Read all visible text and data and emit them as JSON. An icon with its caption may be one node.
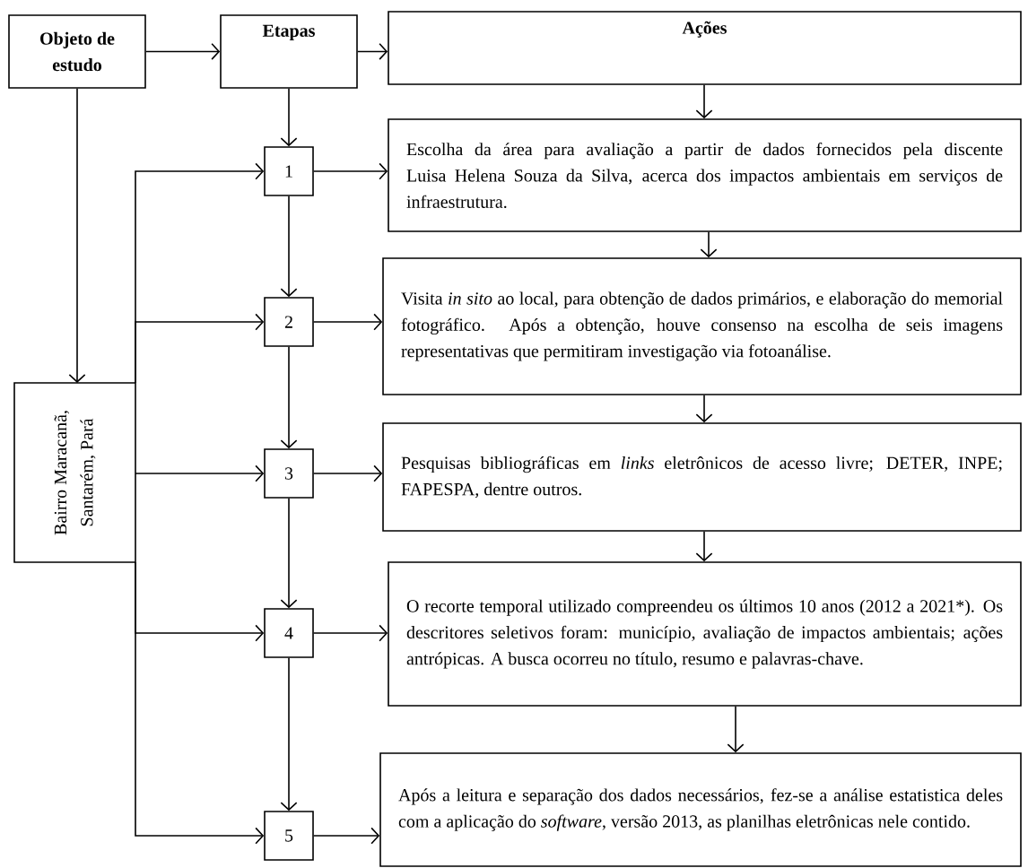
{
  "diagram": {
    "nodes": [
      {
        "text": [
          "Objeto de estudo"
        ]
      },
      {
        "text": [
          "Etapas"
        ]
      },
      {
        "text": [
          "Ações"
        ]
      },
      {
        "text": [
          "Bairro Maracanã, Santarém, Pará"
        ]
      },
      {
        "text": [
          "1"
        ]
      },
      {
        "text": [
          "2"
        ]
      },
      {
        "text": [
          "3"
        ]
      },
      {
        "text": [
          "4"
        ]
      },
      {
        "text": [
          "5"
        ]
      },
      {
        "text": [
          "Escolha da área para avaliação a partir de dados fornecidos pela discente Luisa Helena Souza da Silva, acerca dos impactos ambientais em serviços de infraestrutura."
        ]
      },
      {
        "text": [
          "Visita *in sito* ao local, para obtenção de dados primários, e elaboração do memorial fotográfico. Após a obtenção, houve consenso na escolha de seis imagens representativas que permitiram investigação via fotoanálise."
        ]
      },
      {
        "text": [
          "Pesquisas bibliográficas em *links* eletrônicos de acesso livre; DETER, INPE; FAPESPA, dentre outros."
        ]
      },
      {
        "text": [
          "O recorte temporal utilizado compreendeu os últimos 10 anos (2012 a 2021*). Os descritores seletivos foram: município, avaliação de impactos ambientais; ações antrópicas. A busca ocorreu no título, resumo e palavras-chave."
        ]
      },
      {
        "text": [
          "Após a leitura e separação dos dados necessários, fez-se a análise estatistica deles com a aplicação do *software*, versão 2013, as planilhas eletrônicas nele contido."
        ]
      }
    ],
    "edges": [
      {
        "from": 0,
        "to": 1,
        "arrow": "to"
      },
      {
        "from": 1,
        "to": 2,
        "arrow": "to"
      },
      {
        "from": 0,
        "to": 3,
        "arrow": "to"
      },
      {
        "from": 1,
        "to": 4,
        "arrow": "to"
      },
      {
        "from": 4,
        "to": 5,
        "arrow": "to"
      },
      {
        "from": 5,
        "to": 6,
        "arrow": "to"
      },
      {
        "from": 6,
        "to": 7,
        "arrow": "to"
      },
      {
        "from": 7,
        "to": 8,
        "arrow": "to"
      },
      {
        "from": 3,
        "to": 4,
        "arrow": "to"
      },
      {
        "from": 3,
        "to": 5,
        "arrow": "to"
      },
      {
        "from": 3,
        "to": 6,
        "arrow": "to"
      },
      {
        "from": 3,
        "to": 7,
        "arrow": "to"
      },
      {
        "from": 3,
        "to": 8,
        "arrow": "to"
      },
      {
        "from": 4,
        "to": 9,
        "arrow": "to"
      },
      {
        "from": 5,
        "to": 10,
        "arrow": "to"
      },
      {
        "from": 6,
        "to": 11,
        "arrow": "to"
      },
      {
        "from": 7,
        "to": 12,
        "arrow": "to"
      },
      {
        "from": 8,
        "to": 13,
        "arrow": "to"
      },
      {
        "from": 2,
        "to": 9,
        "arrow": "to"
      },
      {
        "from": 9,
        "to": 10,
        "arrow": "to"
      },
      {
        "from": 10,
        "to": 11,
        "arrow": "to"
      },
      {
        "from": 11,
        "to": 12,
        "arrow": "to"
      },
      {
        "from": 12,
        "to": 13,
        "arrow": "to"
      }
    ]
  }
}
